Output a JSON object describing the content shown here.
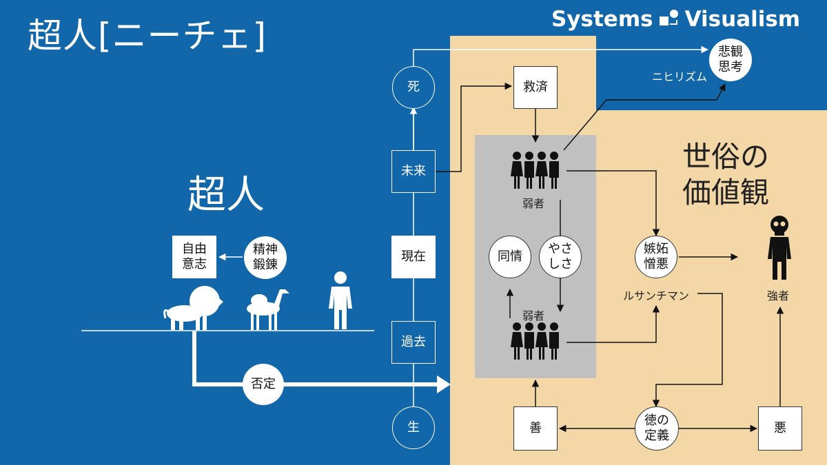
{
  "title": "超人[ニーチェ]",
  "logo": {
    "left": "Systems",
    "right": "Visualism"
  },
  "headings": {
    "overman": "超人",
    "secular_line1": "世俗の",
    "secular_line2": "価値観"
  },
  "overman_side": {
    "free_will_line1": "自由",
    "free_will_line2": "意志",
    "spirit_line1": "精神",
    "spirit_line2": "鍛錬",
    "negation": "否定"
  },
  "timeline": {
    "death": "死",
    "future": "未来",
    "present": "現在",
    "past": "過去",
    "birth": "生"
  },
  "nodes": {
    "salvation": "救済",
    "pessimism_line1": "悲観",
    "pessimism_line2": "思考",
    "nihilism": "ニヒリズム",
    "weak_top": "弱者",
    "weak_bottom": "弱者",
    "sympathy": "同情",
    "kindness_line1": "やさ",
    "kindness_line2": "しさ",
    "envy_line1": "嫉妬",
    "envy_line2": "憎悪",
    "ressentiment": "ルサンチマン",
    "strong": "強者",
    "good": "善",
    "evil": "悪",
    "virtue_line1": "徳の",
    "virtue_line2": "定義"
  },
  "colors": {
    "blue": "#1167a9",
    "beige": "#f3d7a6",
    "gray": "#c0c0c0"
  },
  "icons": [
    "lion-icon",
    "camel-icon",
    "person-icon",
    "weak-group-icon",
    "skeleton-icon"
  ]
}
